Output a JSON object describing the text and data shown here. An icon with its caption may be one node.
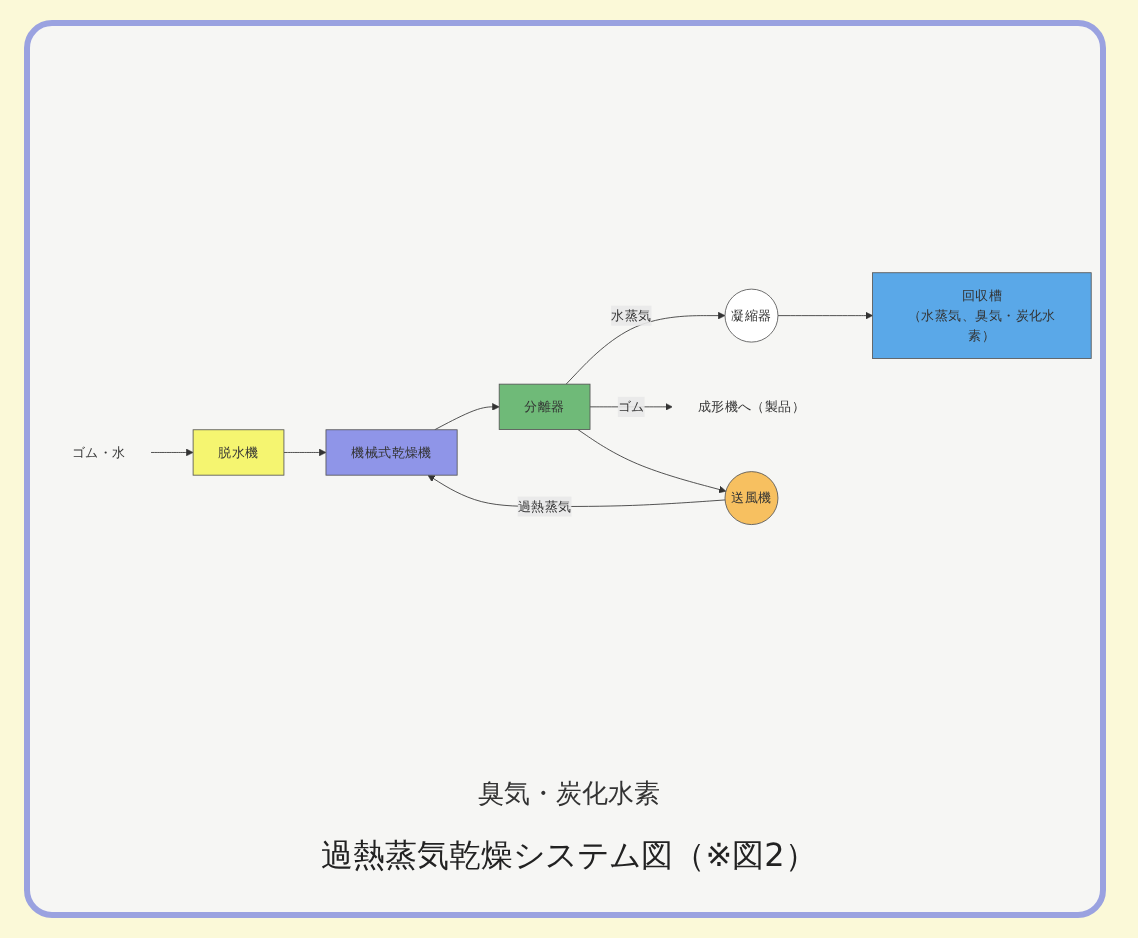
{
  "diagram": {
    "caption": "過熱蒸気乾燥システム図（※図2）",
    "nodes": [
      {
        "text": [
          "ゴム・水"
        ]
      },
      {
        "text": [
          "脱水機"
        ]
      },
      {
        "text": [
          "機械式乾燥機"
        ]
      },
      {
        "text": [
          "分離器"
        ]
      },
      {
        "text": [
          "凝縮器"
        ]
      },
      {
        "text": [
          "回収槽",
          "（水蒸気、臭気・炭化水素）"
        ]
      },
      {
        "text": [
          "成形機へ（製品）"
        ]
      },
      {
        "text": [
          "送風機"
        ]
      }
    ],
    "edges": [
      {
        "from": 0,
        "to": 1,
        "arrow": "to"
      },
      {
        "from": 1,
        "to": 2,
        "arrow": "to"
      },
      {
        "from": 2,
        "to": 3,
        "arrow": "to"
      },
      {
        "from": 3,
        "to": 4,
        "label": "水蒸気",
        "arrow": "to"
      },
      {
        "from": 3,
        "to": 7,
        "arrow": "to"
      },
      {
        "from": 4,
        "to": 5,
        "arrow": "to"
      },
      {
        "from": 3,
        "to": 6,
        "label": "ゴム",
        "arrow": "to"
      },
      {
        "from": 7,
        "to": 2,
        "label": "過熱蒸気",
        "arrow": "to"
      }
    ],
    "labels": [
      "臭気・炭化水素"
    ]
  }
}
